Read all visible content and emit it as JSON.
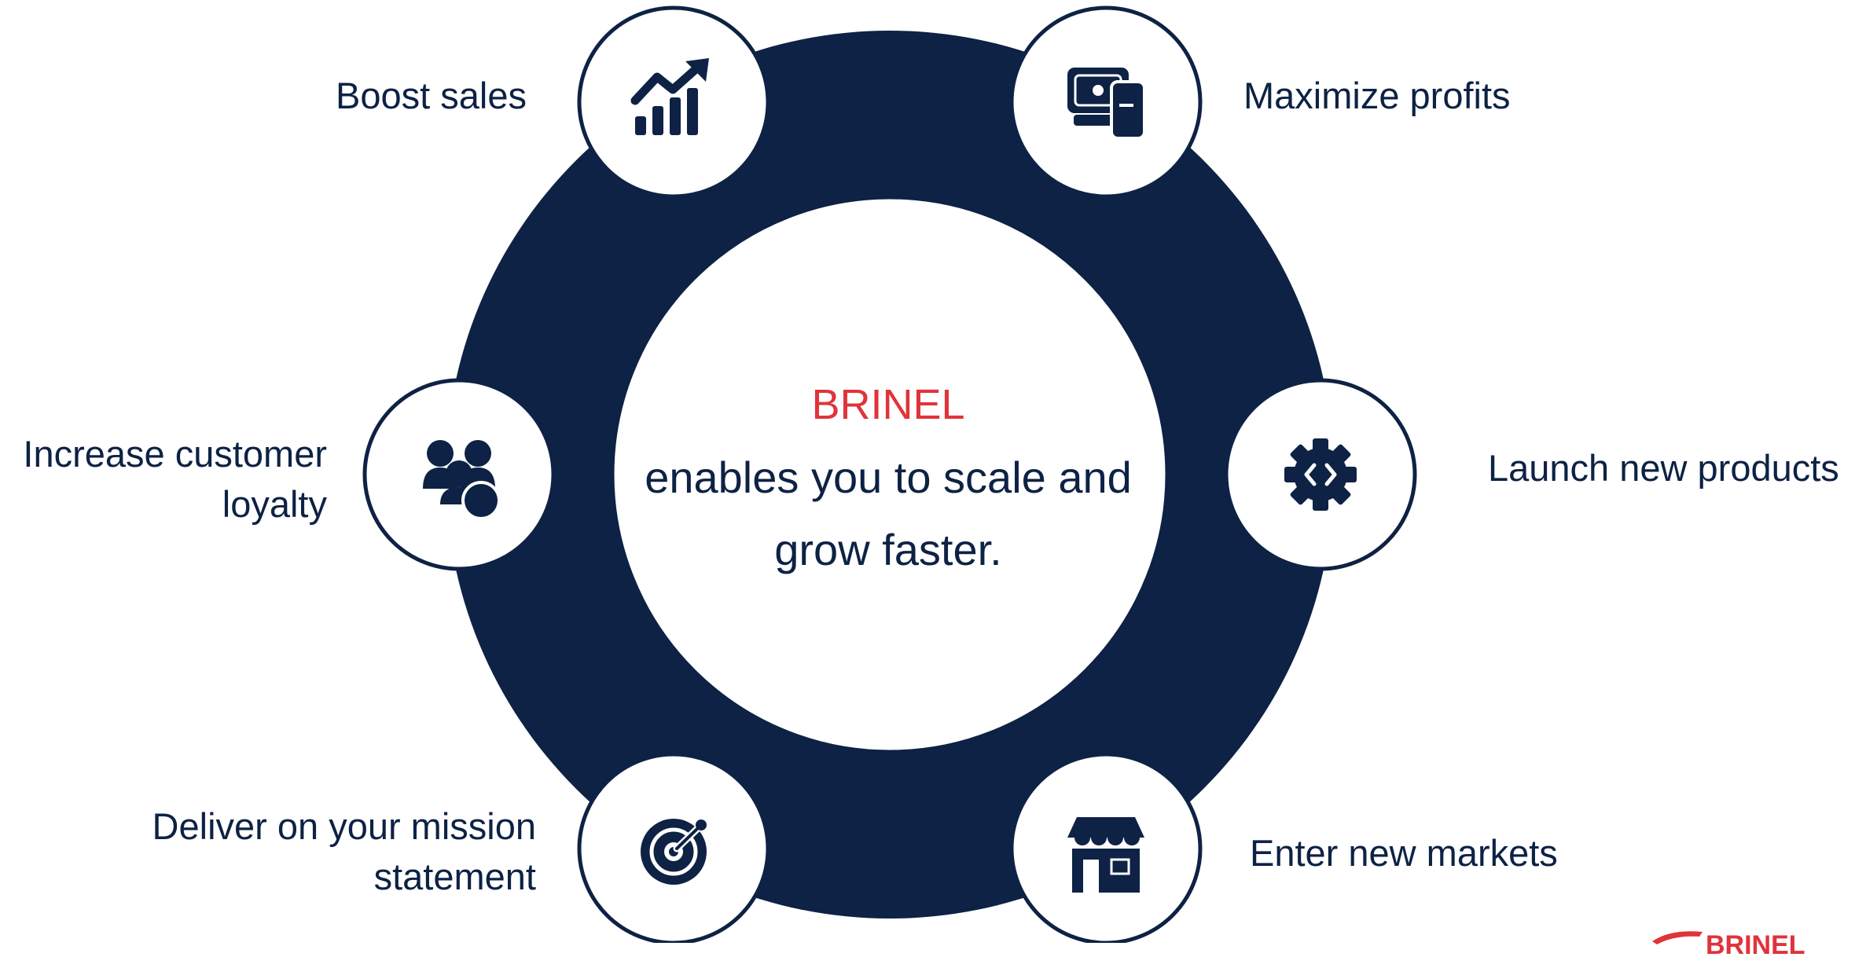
{
  "center": {
    "brand": "BRINEL",
    "line1": "enables you to scale and",
    "line2": "grow faster."
  },
  "items": [
    {
      "label": "Boost sales",
      "icon": "chart-growth-icon"
    },
    {
      "label": "Maximize profits",
      "icon": "money-wallet-icon"
    },
    {
      "label": "Launch new products",
      "icon": "code-gear-icon"
    },
    {
      "label": "Enter new markets",
      "icon": "storefront-icon"
    },
    {
      "label_line1": "Deliver on your mission",
      "label_line2": "statement",
      "icon": "target-icon"
    },
    {
      "label_line1": "Increase customer",
      "label_line2": "loyalty",
      "icon": "people-group-icon"
    }
  ],
  "logo": {
    "text": "BRINEL"
  },
  "colors": {
    "navy": "#0d2244",
    "brand_red": "#e0333a",
    "background": "#ffffff"
  }
}
